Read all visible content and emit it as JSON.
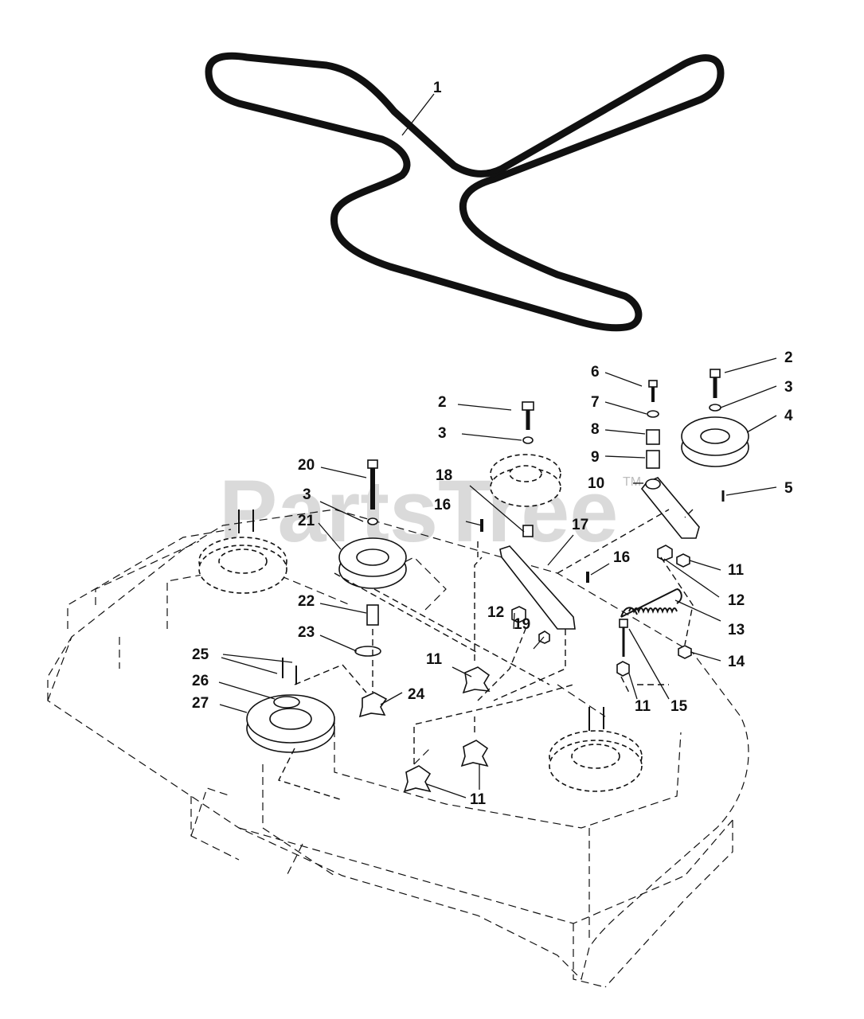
{
  "watermark": {
    "text": "PartsTree",
    "trademark": "TM"
  },
  "callouts": [
    {
      "id": "c1",
      "label": "1"
    },
    {
      "id": "c2a",
      "label": "2"
    },
    {
      "id": "c2b",
      "label": "2"
    },
    {
      "id": "c3a",
      "label": "3"
    },
    {
      "id": "c3b",
      "label": "3"
    },
    {
      "id": "c3c",
      "label": "3"
    },
    {
      "id": "c4",
      "label": "4"
    },
    {
      "id": "c5",
      "label": "5"
    },
    {
      "id": "c6",
      "label": "6"
    },
    {
      "id": "c7",
      "label": "7"
    },
    {
      "id": "c8",
      "label": "8"
    },
    {
      "id": "c9",
      "label": "9"
    },
    {
      "id": "c10",
      "label": "10"
    },
    {
      "id": "c11a",
      "label": "11"
    },
    {
      "id": "c11b",
      "label": "11"
    },
    {
      "id": "c11c",
      "label": "11"
    },
    {
      "id": "c11d",
      "label": "11"
    },
    {
      "id": "c12a",
      "label": "12"
    },
    {
      "id": "c12b",
      "label": "12"
    },
    {
      "id": "c13",
      "label": "13"
    },
    {
      "id": "c14",
      "label": "14"
    },
    {
      "id": "c15",
      "label": "15"
    },
    {
      "id": "c16a",
      "label": "16"
    },
    {
      "id": "c16b",
      "label": "16"
    },
    {
      "id": "c17",
      "label": "17"
    },
    {
      "id": "c18",
      "label": "18"
    },
    {
      "id": "c19",
      "label": "19"
    },
    {
      "id": "c20",
      "label": "20"
    },
    {
      "id": "c21",
      "label": "21"
    },
    {
      "id": "c22",
      "label": "22"
    },
    {
      "id": "c23",
      "label": "23"
    },
    {
      "id": "c24",
      "label": "24"
    },
    {
      "id": "c25",
      "label": "25"
    },
    {
      "id": "c26",
      "label": "26"
    },
    {
      "id": "c27",
      "label": "27"
    }
  ]
}
